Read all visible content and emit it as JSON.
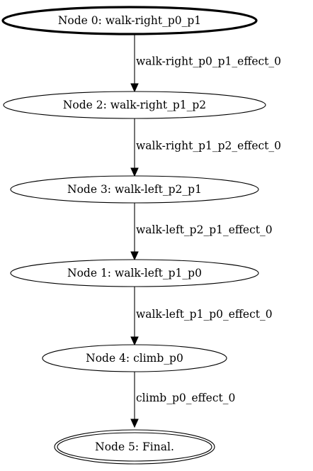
{
  "graph": {
    "nodes": [
      {
        "id": "n0",
        "label": "Node 0: walk-right_p0_p1",
        "initial": true,
        "final": false
      },
      {
        "id": "n2",
        "label": "Node 2: walk-right_p1_p2",
        "initial": false,
        "final": false
      },
      {
        "id": "n3",
        "label": "Node 3: walk-left_p2_p1",
        "initial": false,
        "final": false
      },
      {
        "id": "n1",
        "label": "Node 1: walk-left_p1_p0",
        "initial": false,
        "final": false
      },
      {
        "id": "n4",
        "label": "Node 4: climb_p0",
        "initial": false,
        "final": false
      },
      {
        "id": "n5",
        "label": "Node 5: Final.",
        "initial": false,
        "final": true
      }
    ],
    "edges": [
      {
        "from": "n0",
        "to": "n2",
        "label": "walk-right_p0_p1_effect_0"
      },
      {
        "from": "n2",
        "to": "n3",
        "label": "walk-right_p1_p2_effect_0"
      },
      {
        "from": "n3",
        "to": "n1",
        "label": "walk-left_p2_p1_effect_0"
      },
      {
        "from": "n1",
        "to": "n4",
        "label": "walk-left_p1_p0_effect_0"
      },
      {
        "from": "n4",
        "to": "n5",
        "label": "climb_p0_effect_0"
      }
    ]
  }
}
